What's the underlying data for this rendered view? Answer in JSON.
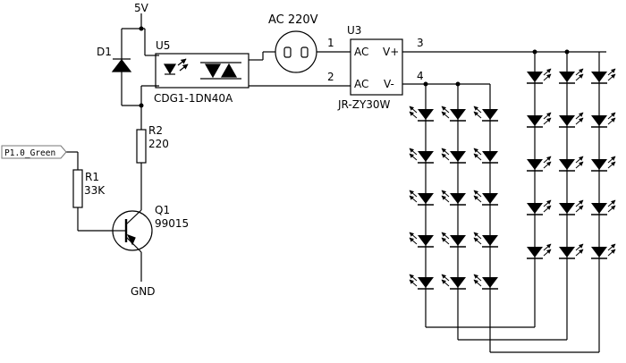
{
  "labels": {
    "vcc": "5V",
    "gnd": "GND",
    "d1": "D1",
    "u5_ref": "U5",
    "u5_part": "CDG1-1DN40A",
    "ac_src": "AC 220V",
    "u3_ref": "U3",
    "u3_part": "JR-ZY30W",
    "u3_ac1": "AC",
    "u3_ac2": "AC",
    "u3_vp": "V+",
    "u3_vm": "V-",
    "pin1": "1",
    "pin2": "2",
    "pin3": "3",
    "pin4": "4",
    "r2_ref": "R2",
    "r2_val": "220",
    "r1_ref": "R1",
    "r1_val": "33K",
    "q1_ref": "Q1",
    "q1_val": "99015",
    "net_in": "P1.0_Green"
  },
  "led_array": {
    "left_bank": {
      "strings": 3,
      "leds_per_string": 5
    },
    "right_bank": {
      "strings": 3,
      "leds_per_string": 5
    }
  }
}
